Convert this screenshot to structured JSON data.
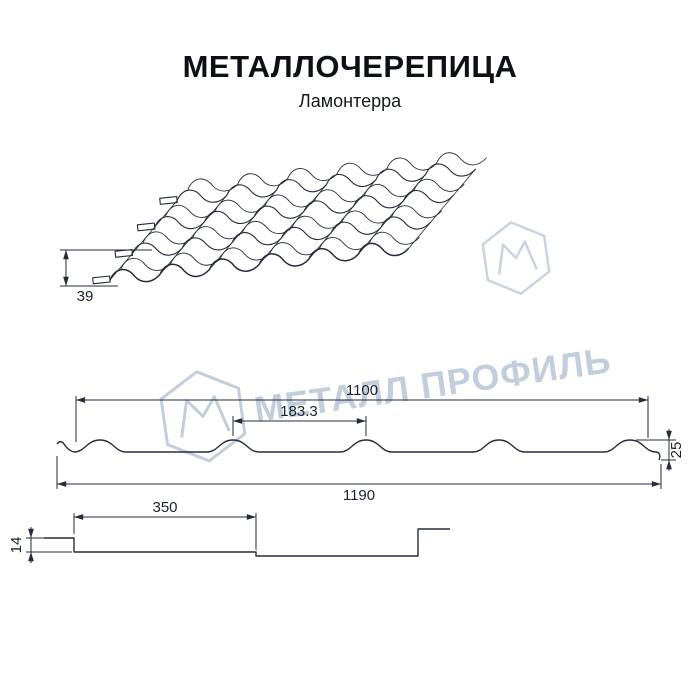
{
  "header": {
    "title": "МЕТАЛЛОЧЕРЕПИЦА",
    "subtitle": "Ламонтерра"
  },
  "watermark": {
    "brand": "МЕТАЛЛ ПРОФИЛЬ"
  },
  "colors": {
    "line": "#262c3a",
    "watermark": "#b9c6d8",
    "background": "#ffffff"
  },
  "perspective_view": {
    "eave_height": "39"
  },
  "cross_section": {
    "cover_width": "1100",
    "wave_step": "183.3",
    "profile_height": "25",
    "overall_width": "1190"
  },
  "longitudinal_profile": {
    "module_length": "350",
    "step_height": "14"
  }
}
